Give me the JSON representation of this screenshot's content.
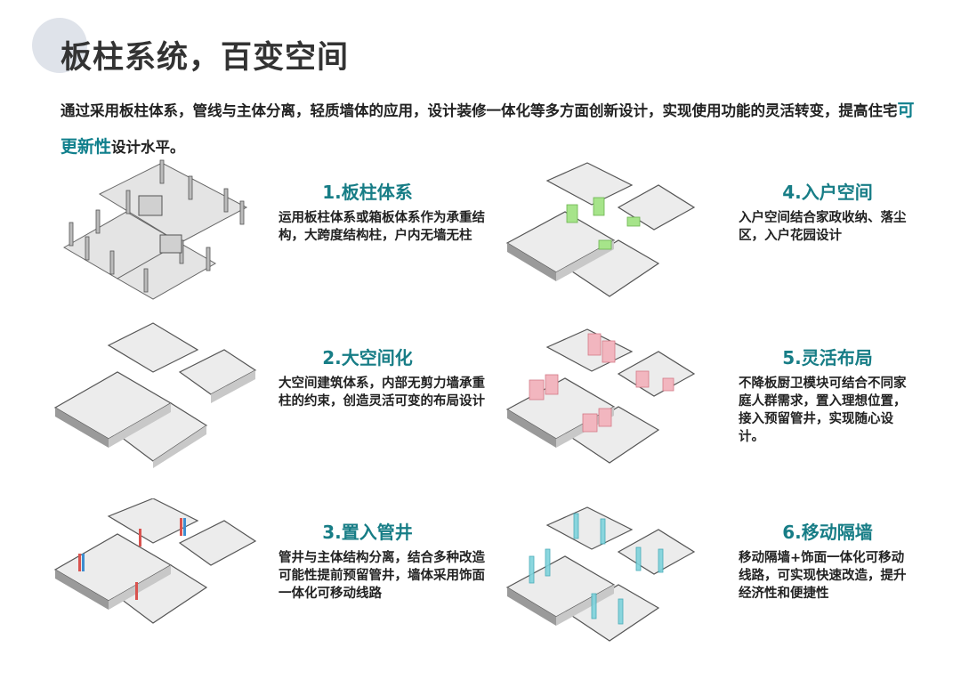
{
  "header": {
    "title": "板柱系统，百变空间"
  },
  "intro": {
    "before": "通过采用板柱体系，管线与主体分离，轻质墙体的应用，设计装修一体化等多方面创新设计，实现使用功能的灵活转变，提高住宅",
    "highlight": "可更新性",
    "after": "设计水平。"
  },
  "features": [
    {
      "title": "1.板柱体系",
      "desc": "运用板柱体系或箱板体系作为承重结构，大跨度结构柱，户内无墙无柱"
    },
    {
      "title": "2.大空间化",
      "desc": "大空间建筑体系，内部无剪力墙承重柱的约束，创造灵活可变的布局设计"
    },
    {
      "title": "3.置入管井",
      "desc": "管井与主体结构分离，结合多种改造可能性提前预留管井，墙体采用饰面一体化可移动线路"
    },
    {
      "title": "4.入户空间",
      "desc": "入户空间结合家政收纳、落尘区，入户花园设计"
    },
    {
      "title": "5.灵活布局",
      "desc": "不降板厨卫模块可结合不同家庭人群需求，置入理想位置，接入预留管井，实现随心设计。"
    },
    {
      "title": "6.移动隔墙",
      "desc": "移动隔墙+饰面一体化可移动线路，可实现快速改造，提升经济性和便捷性"
    }
  ],
  "colors": {
    "accent_teal": "#177d86",
    "highlight_teal": "#0f7f8c",
    "entry_green": "#a6e48a",
    "module_pink": "#f2b6bf",
    "partition_cyan": "#7fd3dc",
    "pipe_red": "#d9534f"
  }
}
